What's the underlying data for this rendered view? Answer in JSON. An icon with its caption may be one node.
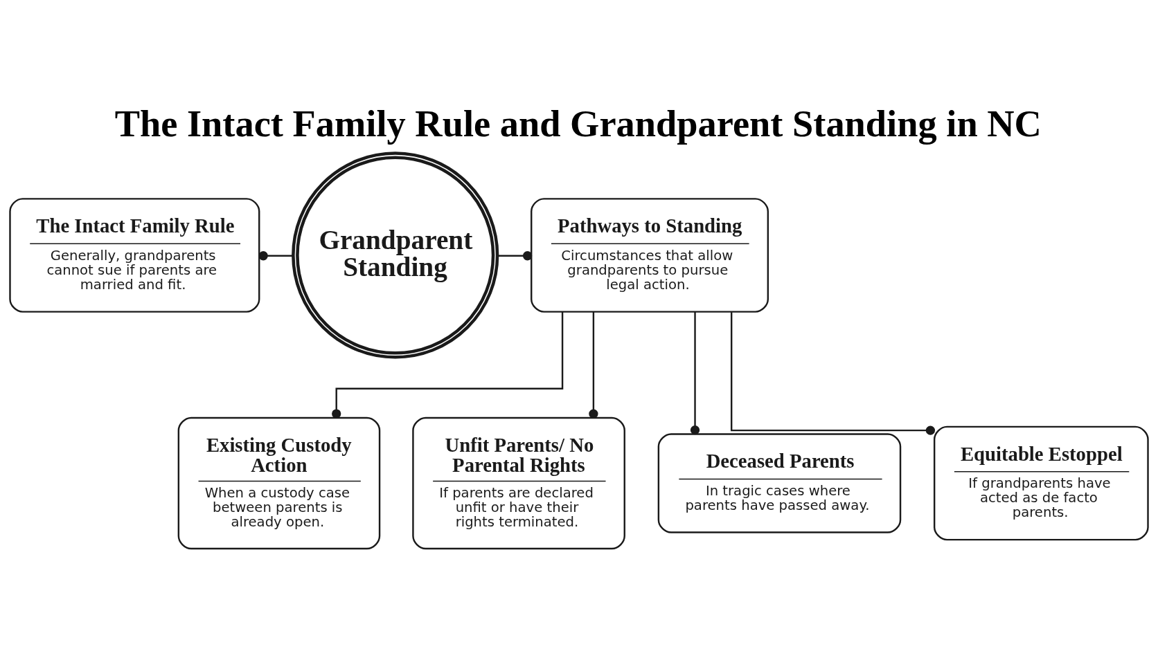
{
  "diagram": {
    "title": "The Intact Family Rule and Grandparent Standing in NC",
    "nodes": [
      {
        "text": [
          "Grandparent Standing"
        ]
      },
      {
        "text": [
          "The Intact Family Rule",
          "Generally, grandparents cannot sue if parents are married and fit."
        ]
      },
      {
        "text": [
          "Pathways to Standing",
          "Circumstances that allow grandparents to pursue legal action."
        ]
      },
      {
        "text": [
          "Existing Custody Action",
          "When a custody case between parents is already open."
        ]
      },
      {
        "text": [
          "Unfit Parents/ No Parental Rights",
          "If parents are declared unfit or have their rights terminated."
        ]
      },
      {
        "text": [
          "Deceased Parents",
          "In tragic cases where parents have passed away."
        ]
      },
      {
        "text": [
          "Equitable Estoppel",
          "If grandparents have acted as de facto parents."
        ]
      }
    ],
    "edges": [
      {
        "from": 0,
        "to": 1,
        "arrow": "other"
      },
      {
        "from": 0,
        "to": 2,
        "arrow": "other"
      },
      {
        "from": 2,
        "to": 3,
        "arrow": "other"
      },
      {
        "from": 2,
        "to": 4,
        "arrow": "other"
      },
      {
        "from": 2,
        "to": 5,
        "arrow": "other"
      },
      {
        "from": 2,
        "to": 6,
        "arrow": "other"
      }
    ]
  }
}
